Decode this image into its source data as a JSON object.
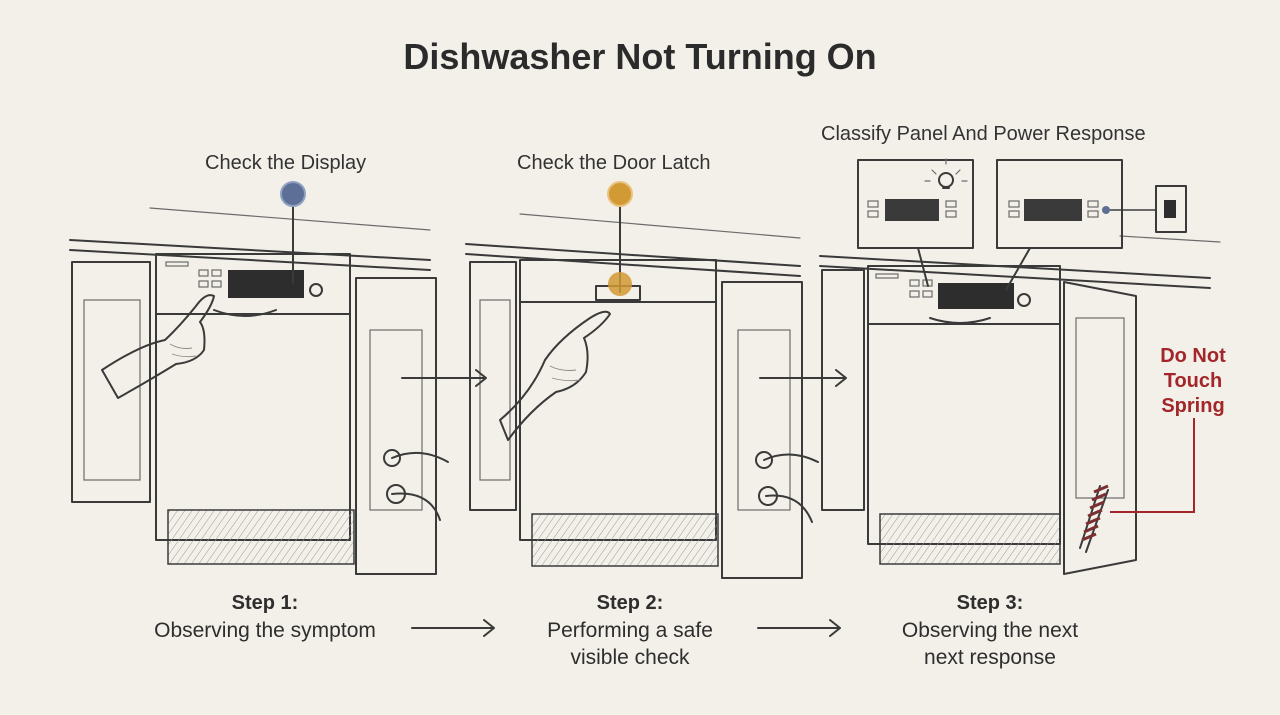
{
  "title": "Dishwasher Not Turning On",
  "callouts": {
    "display": "Check the Display",
    "latch": "Check the Door Latch",
    "panel": "Classify Panel And Power Response",
    "warning_line1": "Do Not",
    "warning_line2": "Touch",
    "warning_line3": "Spring"
  },
  "steps": [
    {
      "heading": "Step 1:",
      "line1": "Observing the symptom",
      "line2": ""
    },
    {
      "heading": "Step 2:",
      "line1": "Performing a safe",
      "line2": "visible check"
    },
    {
      "heading": "Step 3:",
      "line1": "Observing the next",
      "line2": "next response"
    }
  ],
  "colors": {
    "display_marker": "#5d6f96",
    "latch_marker": "#d19a35",
    "warning": "#a3262a",
    "background": "#f3f0e9"
  },
  "icons": [
    "pointing-hand-icon",
    "light-bulb-icon",
    "wall-switch-icon",
    "arrow-right-icon",
    "spring-icon"
  ]
}
